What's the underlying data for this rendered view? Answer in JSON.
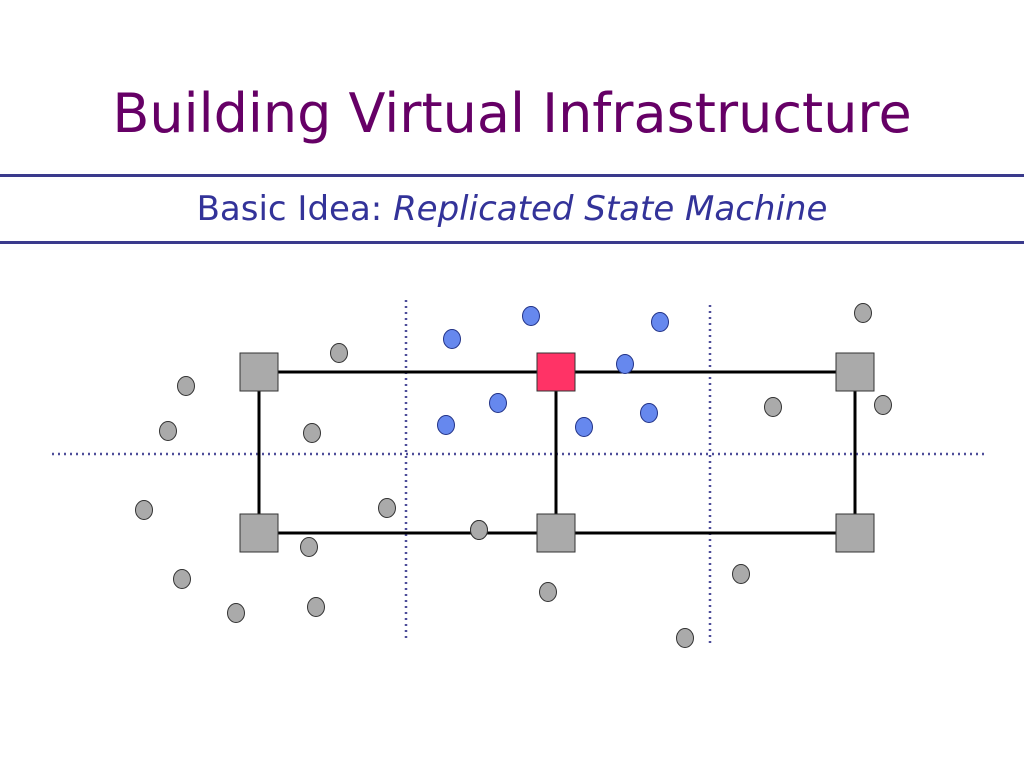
{
  "slide": {
    "title": "Building Virtual Infrastructure",
    "subtitle_prefix": "Basic Idea: ",
    "subtitle_emphasis": "Replicated State Machine"
  },
  "colors": {
    "title": "#660066",
    "subtitle": "#333399",
    "rule": "#3a3a8c",
    "grid_line": "#4d4d99",
    "edge": "#000000",
    "node_gray": "#aaaaaa",
    "node_leader": "#ff3366",
    "client_gray": "#aaaaaa",
    "client_blue": "#6688ee"
  },
  "diagram": {
    "servers": [
      {
        "id": "s1",
        "kind": "gray"
      },
      {
        "id": "s2",
        "kind": "leader"
      },
      {
        "id": "s3",
        "kind": "gray"
      },
      {
        "id": "s4",
        "kind": "gray"
      },
      {
        "id": "s5",
        "kind": "gray"
      },
      {
        "id": "s6",
        "kind": "gray"
      }
    ],
    "edges": [
      [
        "s1",
        "s2"
      ],
      [
        "s2",
        "s3"
      ],
      [
        "s4",
        "s5"
      ],
      [
        "s5",
        "s6"
      ],
      [
        "s1",
        "s4"
      ],
      [
        "s2",
        "s5"
      ],
      [
        "s3",
        "s6"
      ]
    ],
    "clients": [
      {
        "color": "gray"
      },
      {
        "color": "gray"
      },
      {
        "color": "gray"
      },
      {
        "color": "gray"
      },
      {
        "color": "gray"
      },
      {
        "color": "gray"
      },
      {
        "color": "gray"
      },
      {
        "color": "gray"
      },
      {
        "color": "gray"
      },
      {
        "color": "gray"
      },
      {
        "color": "gray"
      },
      {
        "color": "gray"
      },
      {
        "color": "gray"
      },
      {
        "color": "gray"
      },
      {
        "color": "gray"
      },
      {
        "color": "gray"
      },
      {
        "color": "gray"
      },
      {
        "color": "gray"
      },
      {
        "color": "blue"
      },
      {
        "color": "blue"
      },
      {
        "color": "blue"
      },
      {
        "color": "blue"
      },
      {
        "color": "blue"
      },
      {
        "color": "blue"
      },
      {
        "color": "blue"
      },
      {
        "color": "blue"
      }
    ]
  }
}
